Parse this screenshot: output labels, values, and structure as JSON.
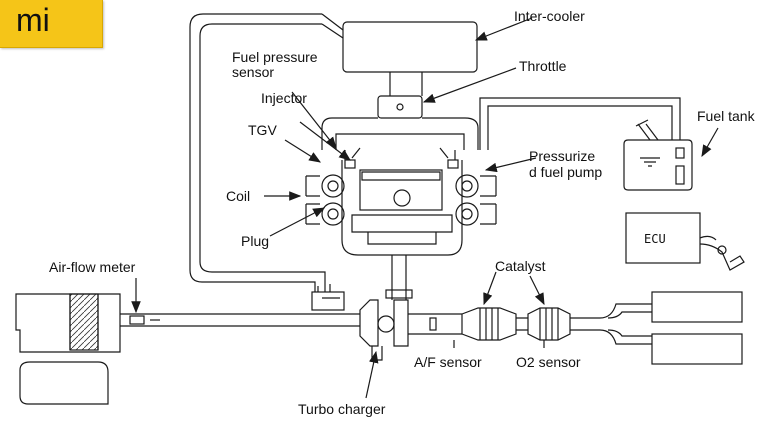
{
  "badge": {
    "text": "mi"
  },
  "labels": {
    "inter_cooler": "Inter-cooler",
    "fuel_pressure_sensor_1": "Fuel  pressure",
    "fuel_pressure_sensor_2": "sensor",
    "throttle": "Throttle",
    "injector": "Injector",
    "fuel_tank": "Fuel tank",
    "tgv": "TGV",
    "pressurized_pump_1": "Pressurize",
    "pressurized_pump_2": "d fuel pump",
    "coil": "Coil",
    "ecu": "ECU",
    "plug": "Plug",
    "air_flow_meter": "Air-flow meter",
    "catalyst": "Catalyst",
    "af_sensor": "A/F sensor",
    "o2_sensor": "O2 sensor",
    "turbo_charger": "Turbo charger"
  },
  "colors": {
    "badge": "#f5c518",
    "line": "#1a1a1a",
    "text": "#111111"
  }
}
